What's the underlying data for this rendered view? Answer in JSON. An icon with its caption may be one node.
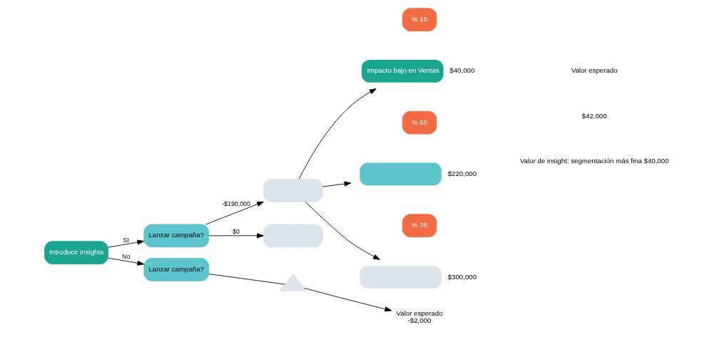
{
  "diagram": {
    "nodes": [
      {
        "text": [
          "Introducir insights"
        ]
      },
      {
        "text": [
          "Lanzar campaña?"
        ]
      },
      {
        "text": [
          "Lanzar campaña?"
        ]
      },
      {
        "text": [],
        "shape": "box"
      },
      {
        "text": [],
        "shape": "box"
      },
      {
        "text": [
          "% 15"
        ]
      },
      {
        "text": [
          "Impacto bajo en Ventas"
        ],
        "beside": [
          "$40,000"
        ]
      },
      {
        "text": [
          "% 55"
        ]
      },
      {
        "text": [],
        "shape": "box",
        "beside": [
          "$220,000"
        ]
      },
      {
        "text": [
          "% 35"
        ]
      },
      {
        "text": [],
        "shape": "box",
        "beside": [
          "$300,000"
        ]
      },
      {
        "text": [],
        "shape": "triangle"
      },
      {
        "text": [
          "Valor esperado",
          "-$2,000"
        ]
      }
    ],
    "edges": [
      {
        "from": 0,
        "to": 1,
        "arrow": "to",
        "label": "SI"
      },
      {
        "from": 0,
        "to": 2,
        "arrow": "to",
        "label": "No"
      },
      {
        "from": 1,
        "to": 3,
        "arrow": "to",
        "label": "-$190,000"
      },
      {
        "from": 1,
        "to": 4,
        "arrow": "to",
        "label": "$0"
      },
      {
        "from": 3,
        "to": 6,
        "arrow": "to"
      },
      {
        "from": 3,
        "to": 8,
        "arrow": "to"
      },
      {
        "from": 3,
        "to": 10,
        "arrow": "to"
      },
      {
        "from": 2,
        "to": 11,
        "arrow": "none"
      },
      {
        "from": 11,
        "to": 12,
        "arrow": "to"
      }
    ],
    "labels": [
      "Valor esperado",
      "$42,000",
      "Valor de insight: segmentación más fina $40,000"
    ]
  }
}
